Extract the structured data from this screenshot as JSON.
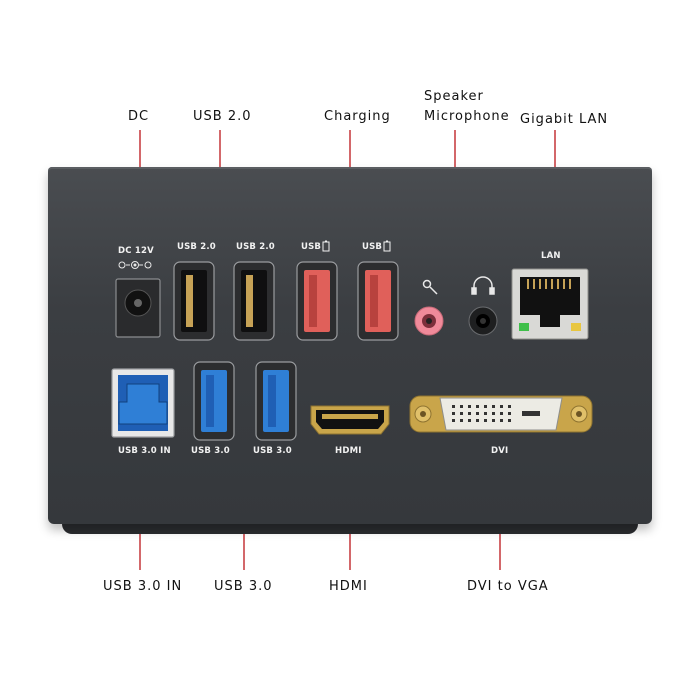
{
  "callouts": {
    "dc": "DC",
    "usb20": "USB 2.0",
    "charging": "Charging",
    "speaker": "Speaker",
    "microphone": "Microphone",
    "lan": "Gigabit  LAN",
    "usb30_in": "USB 3.0 IN",
    "usb30": "USB 3.0",
    "hdmi": "HDMI",
    "dvi": "DVI to VGA"
  },
  "panel_labels": {
    "dc": "DC 12V",
    "usb20_a": "USB 2.0",
    "usb20_b": "USB 2.0",
    "charge_a": "USB",
    "charge_b": "USB",
    "lan": "LAN",
    "usb30_in": "USB 3.0 IN",
    "usb30_a": "USB 3.0",
    "usb30_b": "USB 3.0",
    "hdmi": "HDMI",
    "dvi": "DVI"
  },
  "colors": {
    "leader_line": "#c0262b",
    "dock_body": "#3b3e42",
    "usb2_port": "#1a1a1a",
    "charging_port": "#e0605a",
    "usb3_port": "#2f7fd6",
    "mic_jack": "#f08a9a",
    "gold_connector": "#c9a54a",
    "dvi_body": "#ecebe4"
  },
  "icons": [
    "microphone-icon",
    "headphone-icon",
    "battery-icon",
    "dc-polarity-icon"
  ]
}
